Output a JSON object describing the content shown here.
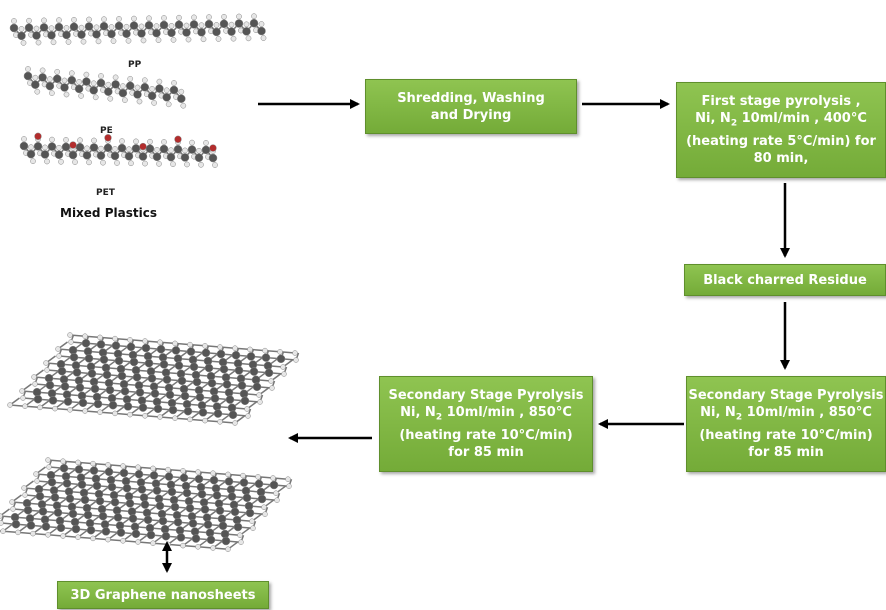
{
  "molecules": {
    "pp_label": "PP",
    "pe_label": "PE",
    "pet_label": "PET",
    "caption": "Mixed Plastics"
  },
  "boxes": {
    "shredding": {
      "line1": "Shredding, Washing",
      "line2": "and Drying"
    },
    "first_stage": {
      "line1": "First stage pyrolysis ,",
      "line2_a": "Ni,  N",
      "line2_sub": "2",
      "line2_b": " 10ml/min , 400°C",
      "line3": "(heating rate 5°C/min) for",
      "line4": "80 min,"
    },
    "residue": {
      "line1": "Black charred Residue"
    },
    "secondary_right": {
      "line1": "Secondary Stage Pyrolysis",
      "line2_a": "Ni, N",
      "line2_sub": "2",
      "line2_b": " 10ml/min , 850°C",
      "line3": "(heating rate 10°C/min)",
      "line4": "for 85 min"
    },
    "secondary_left": {
      "line1": "Secondary Stage Pyrolysis",
      "line2_a": "Ni, N",
      "line2_sub": "2",
      "line2_b": " 10ml/min , 850°C",
      "line3": "(heating rate 10°C/min)",
      "line4": "for 85 min"
    },
    "graphene": {
      "line1": "3D Graphene nanosheets"
    }
  },
  "colors": {
    "box_fill": "#7db542",
    "arrow": "#000000",
    "carbon": "#555555",
    "hydrogen": "#e6e6e6",
    "oxygen": "#b32d2d"
  }
}
